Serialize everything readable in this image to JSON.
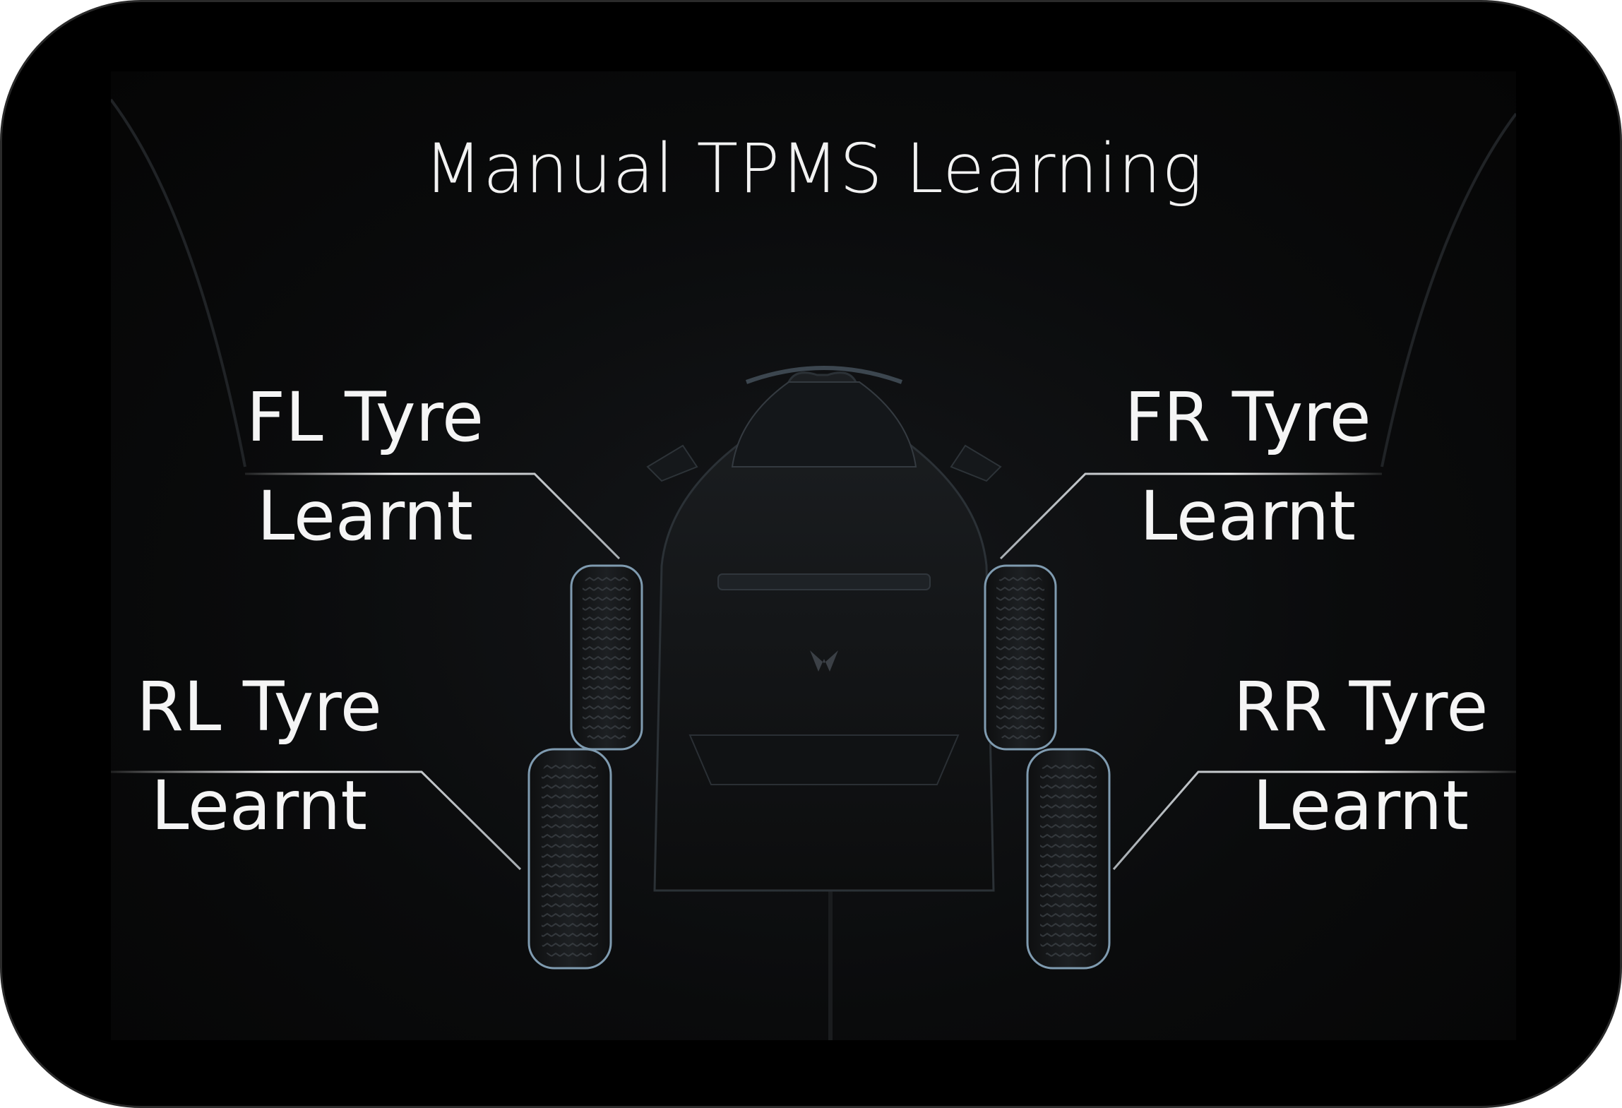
{
  "screen": {
    "title": "Manual TPMS Learning"
  },
  "tyres": {
    "fl": {
      "name": "FL Tyre",
      "status": "Learnt"
    },
    "fr": {
      "name": "FR Tyre",
      "status": "Learnt"
    },
    "rl": {
      "name": "RL Tyre",
      "status": "Learnt"
    },
    "rr": {
      "name": "RR Tyre",
      "status": "Learnt"
    }
  },
  "colors": {
    "background": "#000000",
    "text": "#f5f5f5",
    "tyre_outline": "#7f9bb0"
  }
}
